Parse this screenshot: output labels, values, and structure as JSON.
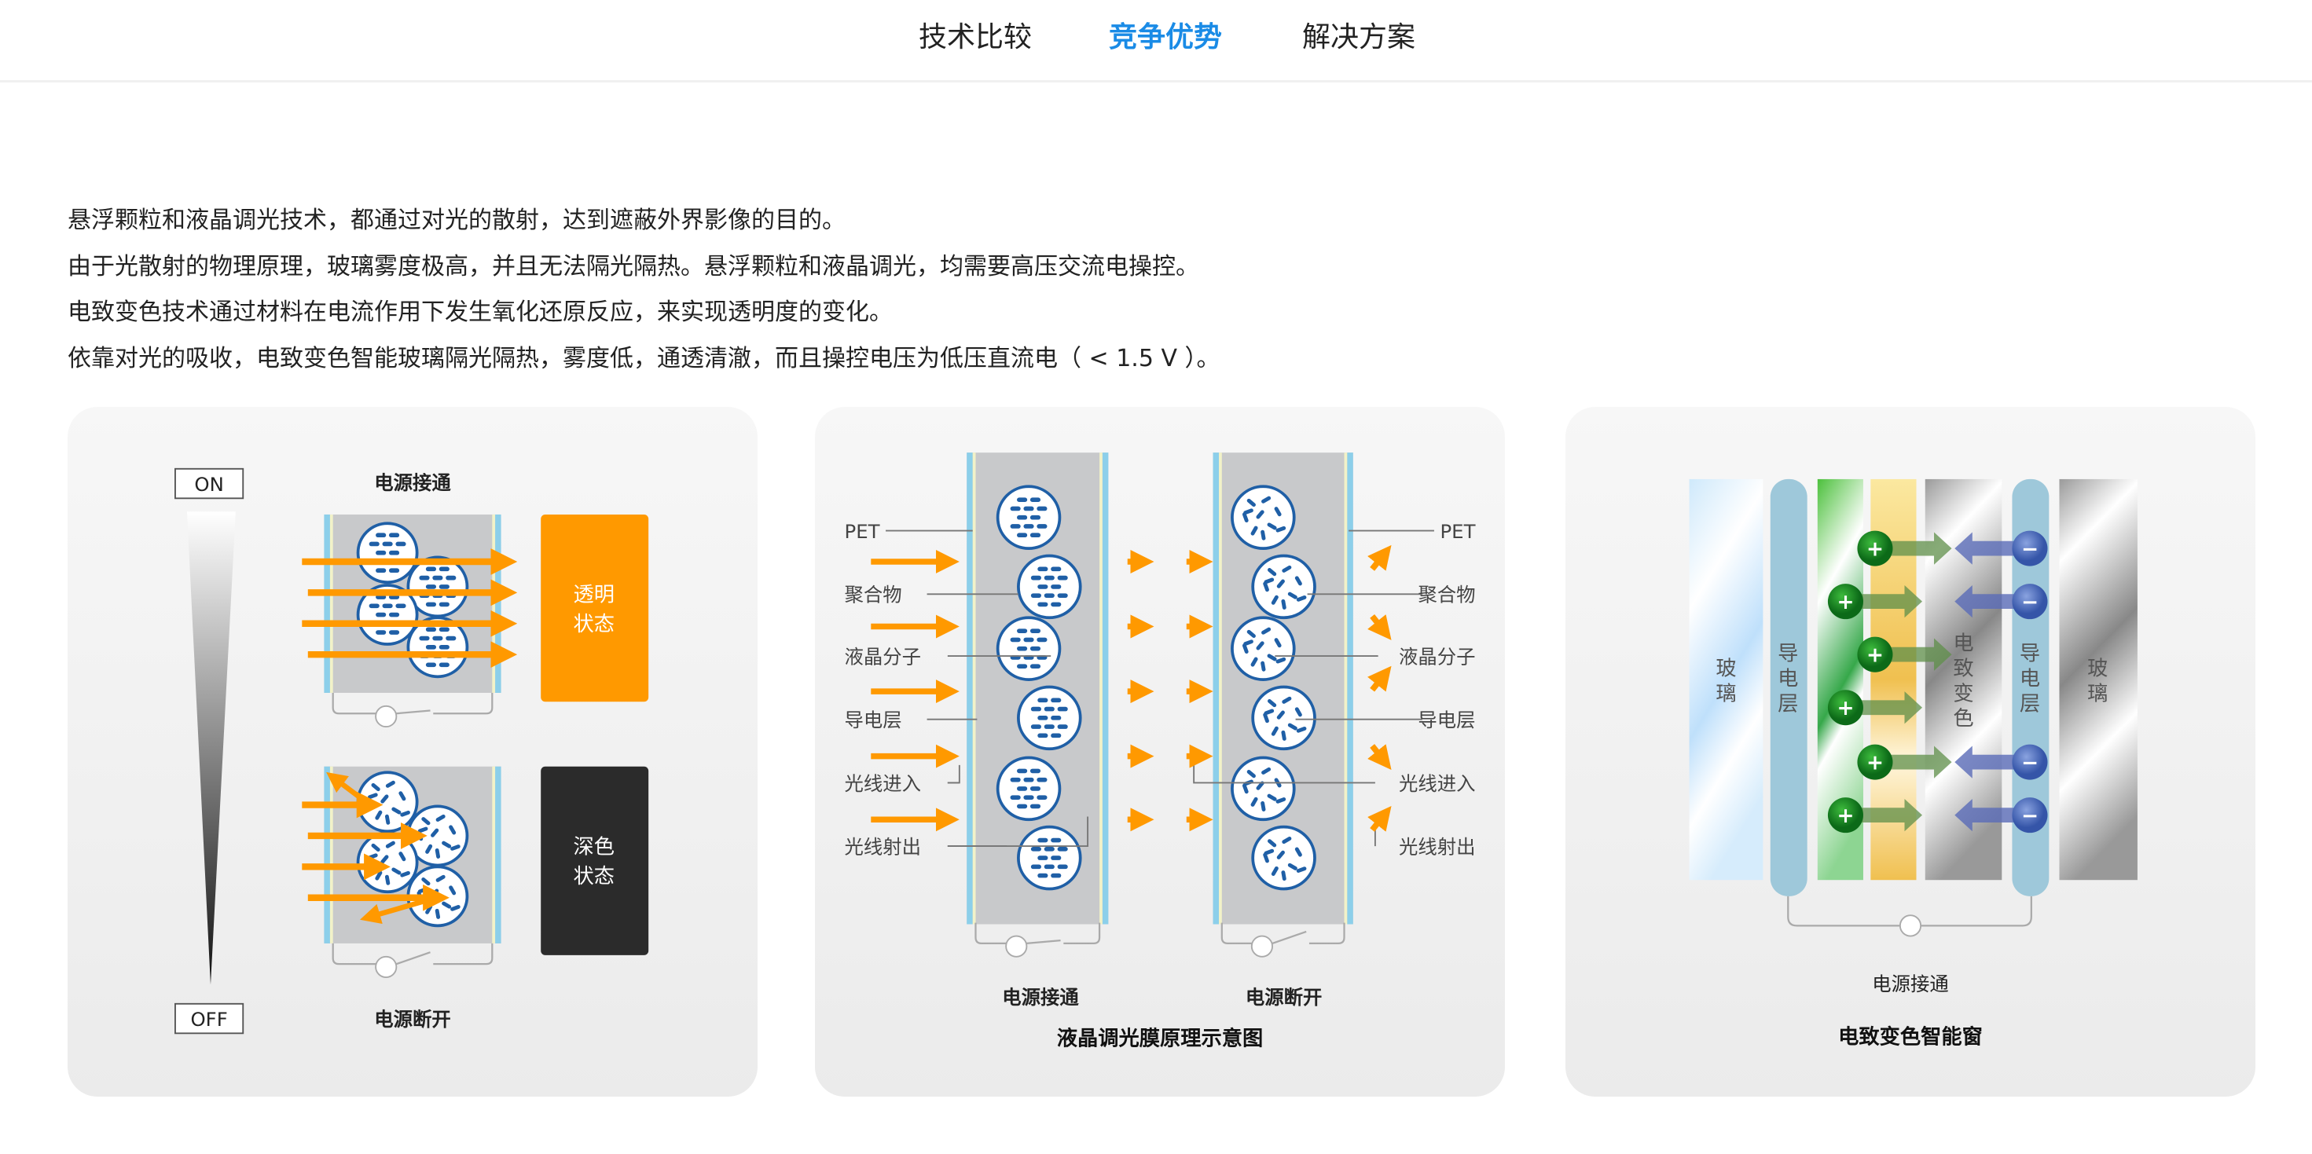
{
  "nav": {
    "tabs": [
      {
        "label": "技术比较"
      },
      {
        "label": "竞争优势",
        "active": true
      },
      {
        "label": "解决方案"
      }
    ]
  },
  "intro": [
    "悬浮颗粒和液晶调光技术，都通过对光的散射，达到遮蔽外界影像的目的。",
    "由于光散射的物理原理，玻璃雾度极高，并且无法隔光隔热。悬浮颗粒和液晶调光，均需要高压交流电操控。",
    "电致变色技术通过材料在电流作用下发生氧化还原反应，来实现透明度的变化。",
    "依靠对光的吸收，电致变色智能玻璃隔光隔热，雾度低，通透清澈，而且操控电压为低压直流电（ < 1.5 V ）。"
  ],
  "panel1": {
    "on": "ON",
    "off": "OFF",
    "power_on": "电源接通",
    "power_off": "电源断开",
    "state_clear": [
      "透明",
      "状态"
    ],
    "state_dark": [
      "深色",
      "状态"
    ]
  },
  "panel2": {
    "labels": [
      "PET",
      "聚合物",
      "液晶分子",
      "导电层",
      "光线进入",
      "光线射出"
    ],
    "power_on": "电源接通",
    "power_off": "电源断开",
    "title": "液晶调光膜原理示意图"
  },
  "panel3": {
    "glass": "玻璃",
    "conductive": "导电层",
    "ec": "电致变色",
    "power_on": "电源接通",
    "title": "电致变色智能窗",
    "plus": "+",
    "minus": "−"
  },
  "colors": {
    "accent": "#1a8be6",
    "orange": "#ff9900",
    "dark": "#2b2b2b",
    "molecule": "#1f5fa6"
  }
}
